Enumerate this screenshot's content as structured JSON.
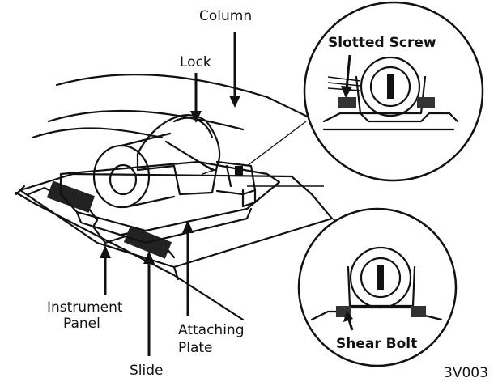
{
  "labels": {
    "column": "Column",
    "lock": "Lock",
    "slotted_screw": "Slotted Screw",
    "instrument_panel_line1": "Instrument",
    "instrument_panel_line2": "Panel",
    "attaching_plate_line1": "Attaching",
    "attaching_plate_line2": "Plate",
    "slide": "Slide",
    "shear_bolt": "Shear Bolt",
    "figure_code": "3V003"
  }
}
